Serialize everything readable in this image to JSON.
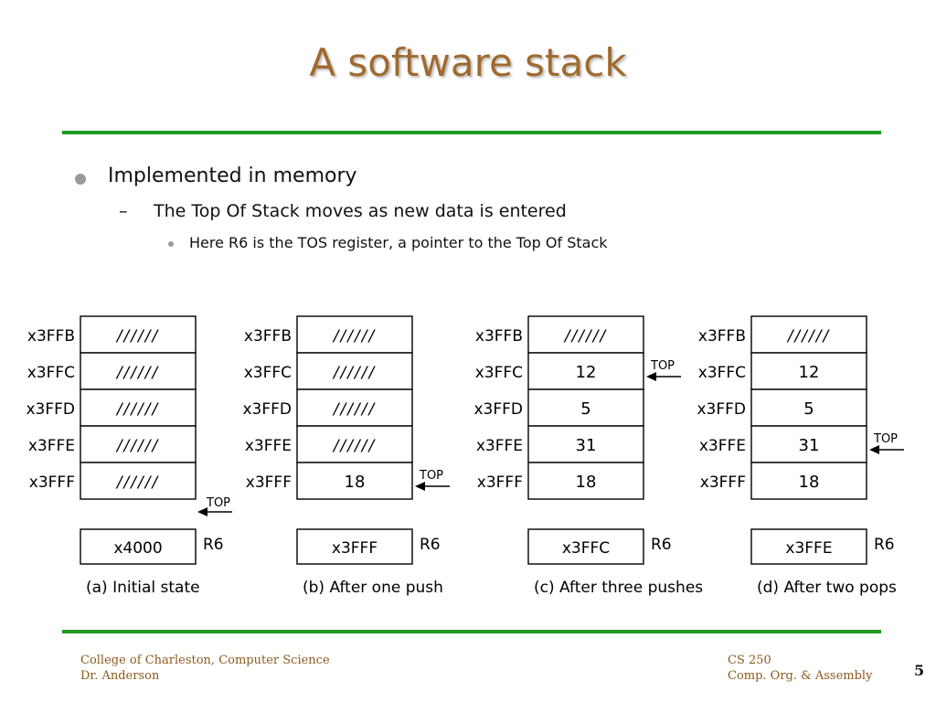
{
  "title": "A software stack",
  "bullets": {
    "level1": "Implemented in memory",
    "level2": "The Top Of Stack moves as new data is entered",
    "level3": "Here R6 is the TOS register, a pointer to the Top Of Stack"
  },
  "diagram": {
    "top_label": "TOP",
    "register_label": "R6",
    "panels": [
      {
        "addresses": [
          "x3FFB",
          "x3FFC",
          "x3FFD",
          "x3FFE",
          "x3FFF"
        ],
        "cells": [
          "//////",
          "//////",
          "//////",
          "//////",
          "//////"
        ],
        "register_value": "x4000",
        "caption": "(a) Initial state",
        "top_index": 5
      },
      {
        "addresses": [
          "x3FFB",
          "x3FFC",
          "x3FFD",
          "x3FFE",
          "x3FFF"
        ],
        "cells": [
          "//////",
          "//////",
          "//////",
          "//////",
          "18"
        ],
        "register_value": "x3FFF",
        "caption": "(b) After one push",
        "top_index": 4
      },
      {
        "addresses": [
          "x3FFB",
          "x3FFC",
          "x3FFD",
          "x3FFE",
          "x3FFF"
        ],
        "cells": [
          "//////",
          "12",
          "5",
          "31",
          "18"
        ],
        "register_value": "x3FFC",
        "caption": "(c) After three pushes",
        "top_index": 1
      },
      {
        "addresses": [
          "x3FFB",
          "x3FFC",
          "x3FFD",
          "x3FFE",
          "x3FFF"
        ],
        "cells": [
          "//////",
          "12",
          "5",
          "31",
          "18"
        ],
        "register_value": "x3FFE",
        "caption": "(d) After two pops",
        "top_index": 3
      }
    ]
  },
  "footer": {
    "left_line1": "College of Charleston, Computer Science",
    "left_line2": "Dr. Anderson",
    "right_line1": "CS 250",
    "right_line2": "Comp. Org. & Assembly",
    "page_number": "5"
  },
  "colors": {
    "title": "#a06a2f",
    "rule": "#1f9a1f",
    "footer": "#8a5a1e"
  }
}
